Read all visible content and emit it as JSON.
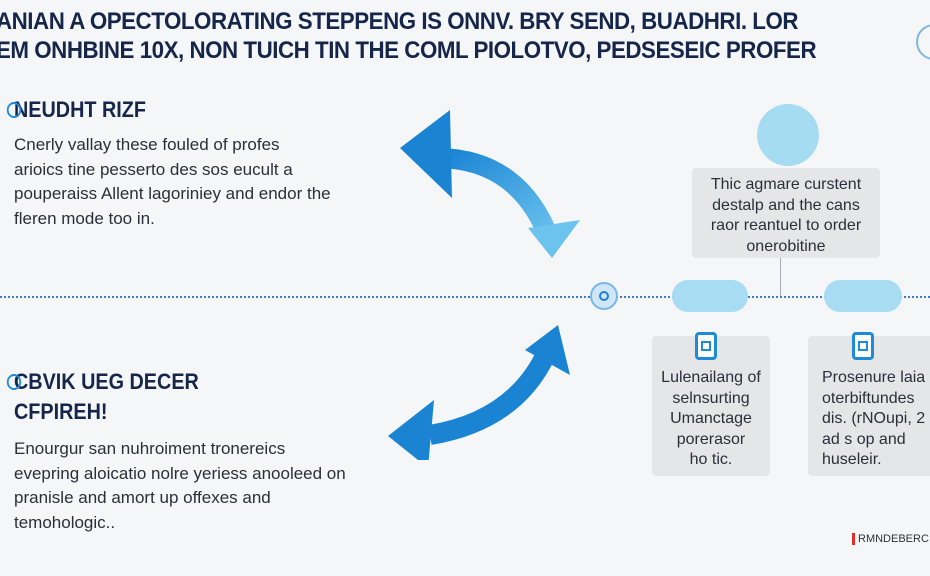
{
  "title": {
    "line1": "ANIAN A OPECTOLORATING STEPPENG IS ONNV. BRY SEND, BUADHRI. LOR",
    "line2": "EM ONHBINE 10X, NON TUICH TIN THE COML PIOLOTVO, PEDSESEIC PROFER"
  },
  "section1": {
    "heading": "NEUDHT RIZF",
    "body": [
      "Cnerly vallay these fouled of profes",
      "arioics tine pesserto des sos eucult a",
      "pouperaiss Allent lagoriniey and endor the",
      "fleren mode too in."
    ]
  },
  "section2": {
    "heading1": "CBVIK UEG DECER",
    "heading2": "CFPIREH!",
    "body": [
      "Enourgur san nuhroiment tronereics",
      "evepring aloicatio nolre yeriess anooleed on",
      "pranisle and amort up offexes and",
      "temohologic.."
    ]
  },
  "top_box": {
    "lines": [
      "Thic agmare curstent",
      "destalp and the cans",
      "raor reantuel to order",
      "onerobitine"
    ]
  },
  "card1": {
    "lines": [
      "Lulenailang of",
      "selnsurting",
      "Umanctage",
      "porerasor",
      "ho tic."
    ]
  },
  "card2": {
    "lines": [
      "Prosenure laia",
      "oterbiftundes",
      "dis. (rNOupi, 2",
      "ad s op and",
      "huseleir."
    ]
  },
  "footer": {
    "brand": "RMNDEBERC"
  },
  "colors": {
    "accent": "#1f8ad6",
    "title": "#16254a",
    "light": "#a8dcf3",
    "footer_bar": "#e0302a"
  }
}
